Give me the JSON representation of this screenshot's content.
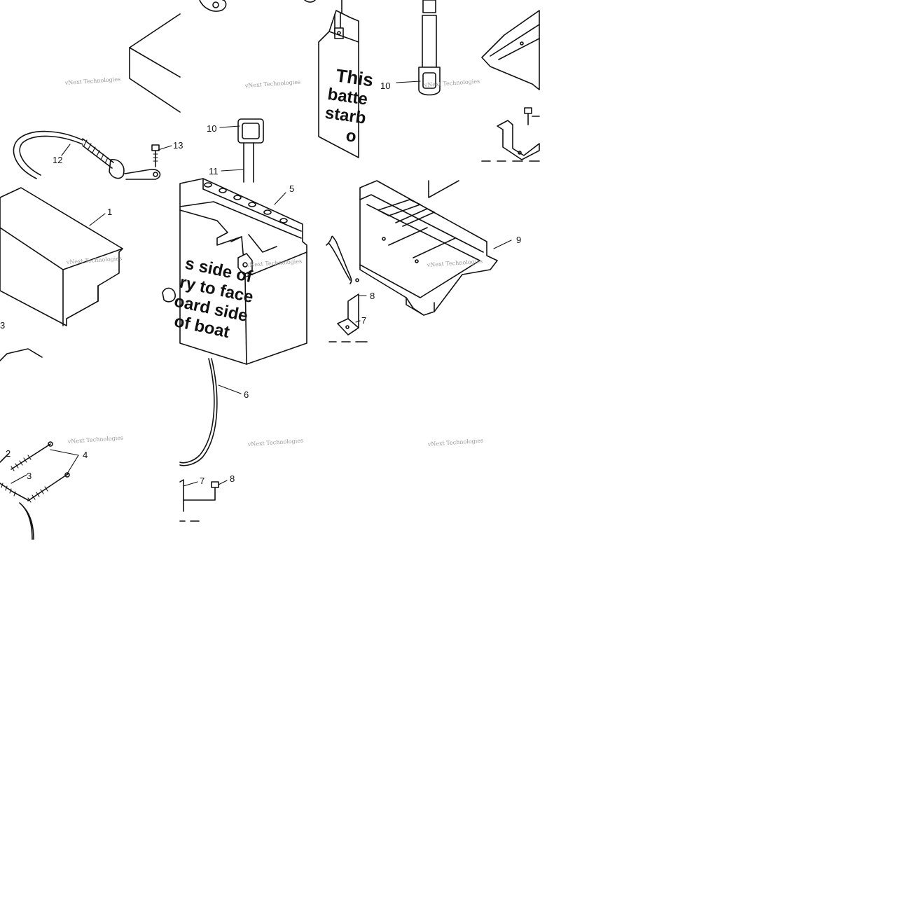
{
  "watermark": "vNext Technologies",
  "battery_label_top": [
    "This",
    "batte",
    "starb",
    "o"
  ],
  "battery_label_main": [
    "s side of",
    "ry to face",
    "oard side",
    "of boat"
  ],
  "callouts": {
    "c1": "1",
    "c2": "2",
    "c3a": "3",
    "c3b": "3",
    "c4": "4",
    "c5": "5",
    "c6": "6",
    "c7a": "7",
    "c7b": "7",
    "c8a": "8",
    "c8b": "8",
    "c9": "9",
    "c10a": "10",
    "c10b": "10",
    "c11": "11",
    "c12": "12",
    "c13": "13"
  }
}
